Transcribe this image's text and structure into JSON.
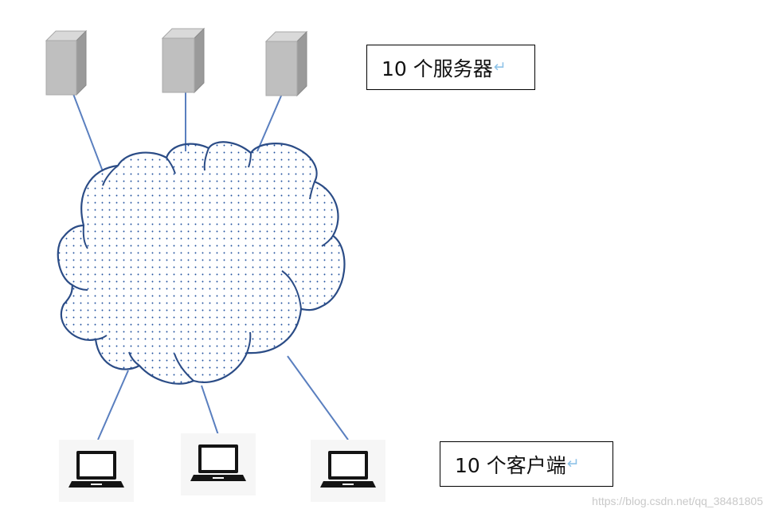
{
  "servers_label": {
    "text": "10 个服务器",
    "mark": "↵"
  },
  "clients_label": {
    "text": "10 个客户端",
    "mark": "↵"
  },
  "watermark": "https://blog.csdn.net/qq_38481805",
  "icons": {
    "server": "server-icon",
    "laptop": "laptop-icon",
    "cloud": "cloud-icon"
  },
  "colors": {
    "link_line": "#5a7fbf",
    "cloud_outline": "#2b4c86",
    "cloud_dots": "#1f4f9e",
    "server_front": "#bfbfbf",
    "server_side": "#9a9a9a",
    "server_top": "#d9d9d9",
    "laptop": "#141414",
    "laptop_bg": "#f6f6f6",
    "label_border": "#000000",
    "return_mark": "#8fc3e8",
    "watermark": "#c9c9c9"
  }
}
